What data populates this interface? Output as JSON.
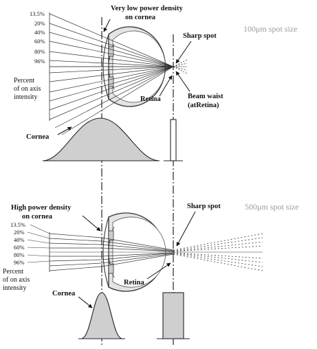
{
  "top": {
    "density_label_1": "Very low power density",
    "density_label_2": "on cornea",
    "sharp_spot": "Sharp spot",
    "spot_size": "100μm spot size",
    "percentages": [
      "13.5%",
      "20%",
      "40%",
      "60%",
      "80%",
      "96%"
    ],
    "percent_label": [
      "Percent",
      "of on axis",
      "intensity"
    ],
    "cornea": "Cornea",
    "retina": "Retina",
    "beam_waist_1": "Beam waist",
    "beam_waist_2": "(atRetina)"
  },
  "bottom": {
    "density_label_1": "High power density",
    "density_label_2": "on cornea",
    "sharp_spot": "Sharp spot",
    "spot_size": "500μm spot size",
    "percentages": [
      "13.5%",
      "20%",
      "40%",
      "60%",
      "80%",
      "96%"
    ],
    "percent_label": [
      "Percent",
      "of on axis",
      "intensity"
    ],
    "cornea": "Cornea",
    "retina": "Retina"
  },
  "colors": {
    "ink": "#222222",
    "fill": "#cfcfcf",
    "spot_text": "#9a9a9a"
  }
}
